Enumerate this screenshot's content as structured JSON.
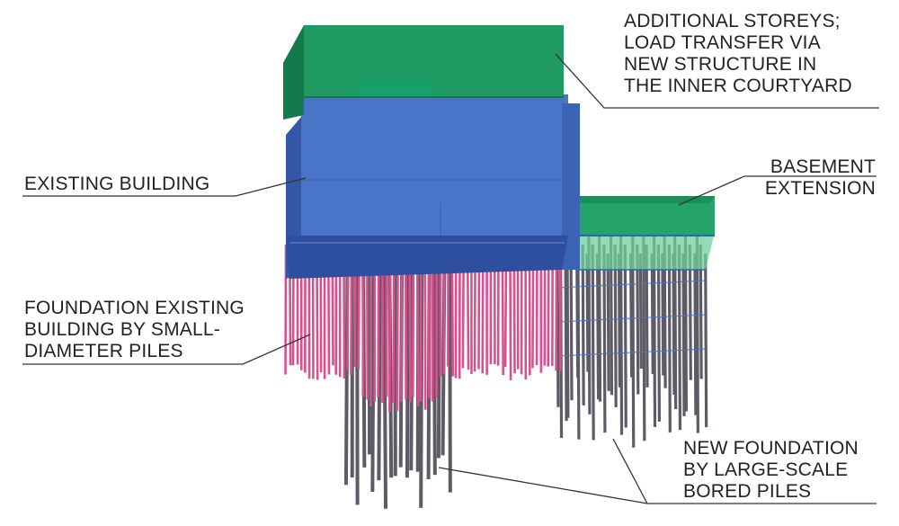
{
  "labels": {
    "additional_storeys": [
      "ADDITIONAL STOREYS;",
      "LOAD TRANSFER VIA",
      "NEW STRUCTURE IN",
      "THE INNER COURTYARD"
    ],
    "existing_building": [
      "EXISTING BUILDING"
    ],
    "basement_extension": [
      "BASEMENT",
      "EXTENSION"
    ],
    "foundation_existing": [
      "FOUNDATION EXISTING",
      "BUILDING BY SMALL-",
      "DIAMETER PILES"
    ],
    "new_foundation": [
      "NEW FOUNDATION",
      "BY LARGE-SCALE",
      "BORED PILES"
    ]
  },
  "colors": {
    "storey_green": "#1e9a62",
    "storey_green_dark": "#137a4b",
    "building_blue": "#4a74c8",
    "building_blue_dark": "#3458a6",
    "basement_green": "#24a36a",
    "basement_light": "#6fcf9a",
    "small_pile_pink": "#d9508f",
    "bored_pile_gray": "#5e5a66",
    "leader_line": "#333333"
  }
}
